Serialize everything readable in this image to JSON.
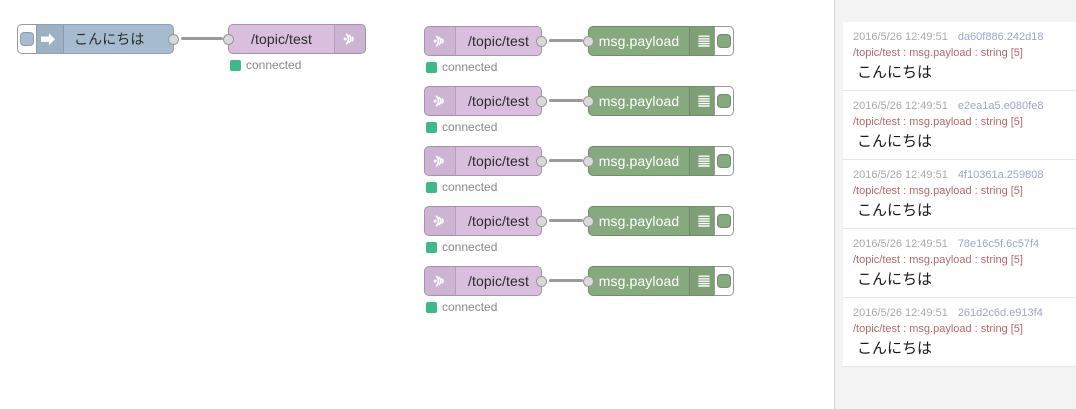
{
  "workspace": {
    "inject_node": {
      "label": "こんにちは",
      "icon": "arrow-right-icon",
      "button": "inject-trigger-button",
      "color": "#a6bbcf"
    },
    "mqtt_out_node": {
      "label": "/topic/test",
      "icon": "wifi-icon",
      "status": "connected",
      "status_color": "#3fb88a",
      "color": "#d9bede"
    },
    "flows": [
      {
        "mqtt_in": {
          "label": "/topic/test",
          "icon": "wifi-icon",
          "status": "connected",
          "color": "#d9bede"
        },
        "debug": {
          "label": "msg.payload",
          "icon": "lines-icon",
          "button": "debug-toggle-button",
          "color": "#87a980"
        }
      },
      {
        "mqtt_in": {
          "label": "/topic/test",
          "icon": "wifi-icon",
          "status": "connected",
          "color": "#d9bede"
        },
        "debug": {
          "label": "msg.payload",
          "icon": "lines-icon",
          "button": "debug-toggle-button",
          "color": "#87a980"
        }
      },
      {
        "mqtt_in": {
          "label": "/topic/test",
          "icon": "wifi-icon",
          "status": "connected",
          "color": "#d9bede"
        },
        "debug": {
          "label": "msg.payload",
          "icon": "lines-icon",
          "button": "debug-toggle-button",
          "color": "#87a980"
        }
      },
      {
        "mqtt_in": {
          "label": "/topic/test",
          "icon": "wifi-icon",
          "status": "connected",
          "color": "#d9bede"
        },
        "debug": {
          "label": "msg.payload",
          "icon": "lines-icon",
          "button": "debug-toggle-button",
          "color": "#87a980"
        }
      },
      {
        "mqtt_in": {
          "label": "/topic/test",
          "icon": "wifi-icon",
          "status": "connected",
          "color": "#d9bede"
        },
        "debug": {
          "label": "msg.payload",
          "icon": "lines-icon",
          "button": "debug-toggle-button",
          "color": "#87a980"
        }
      }
    ]
  },
  "sidebar": {
    "messages": [
      {
        "timestamp": "2016/5/26 12:49:51",
        "node_id": "da60f886.242d18",
        "topic_line": "/topic/test : msg.payload : string [5]",
        "payload": "こんにちは"
      },
      {
        "timestamp": "2016/5/26 12:49:51",
        "node_id": "e2ea1a5.e080fe8",
        "topic_line": "/topic/test : msg.payload : string [5]",
        "payload": "こんにちは"
      },
      {
        "timestamp": "2016/5/26 12:49:51",
        "node_id": "4f10361a.259808",
        "topic_line": "/topic/test : msg.payload : string [5]",
        "payload": "こんにちは"
      },
      {
        "timestamp": "2016/5/26 12:49:51",
        "node_id": "78e16c5f.6c57f4",
        "topic_line": "/topic/test : msg.payload : string [5]",
        "payload": "こんにちは"
      },
      {
        "timestamp": "2016/5/26 12:49:51",
        "node_id": "261d2c6d.e913f4",
        "topic_line": "/topic/test : msg.payload : string [5]",
        "payload": "こんにちは"
      }
    ]
  }
}
